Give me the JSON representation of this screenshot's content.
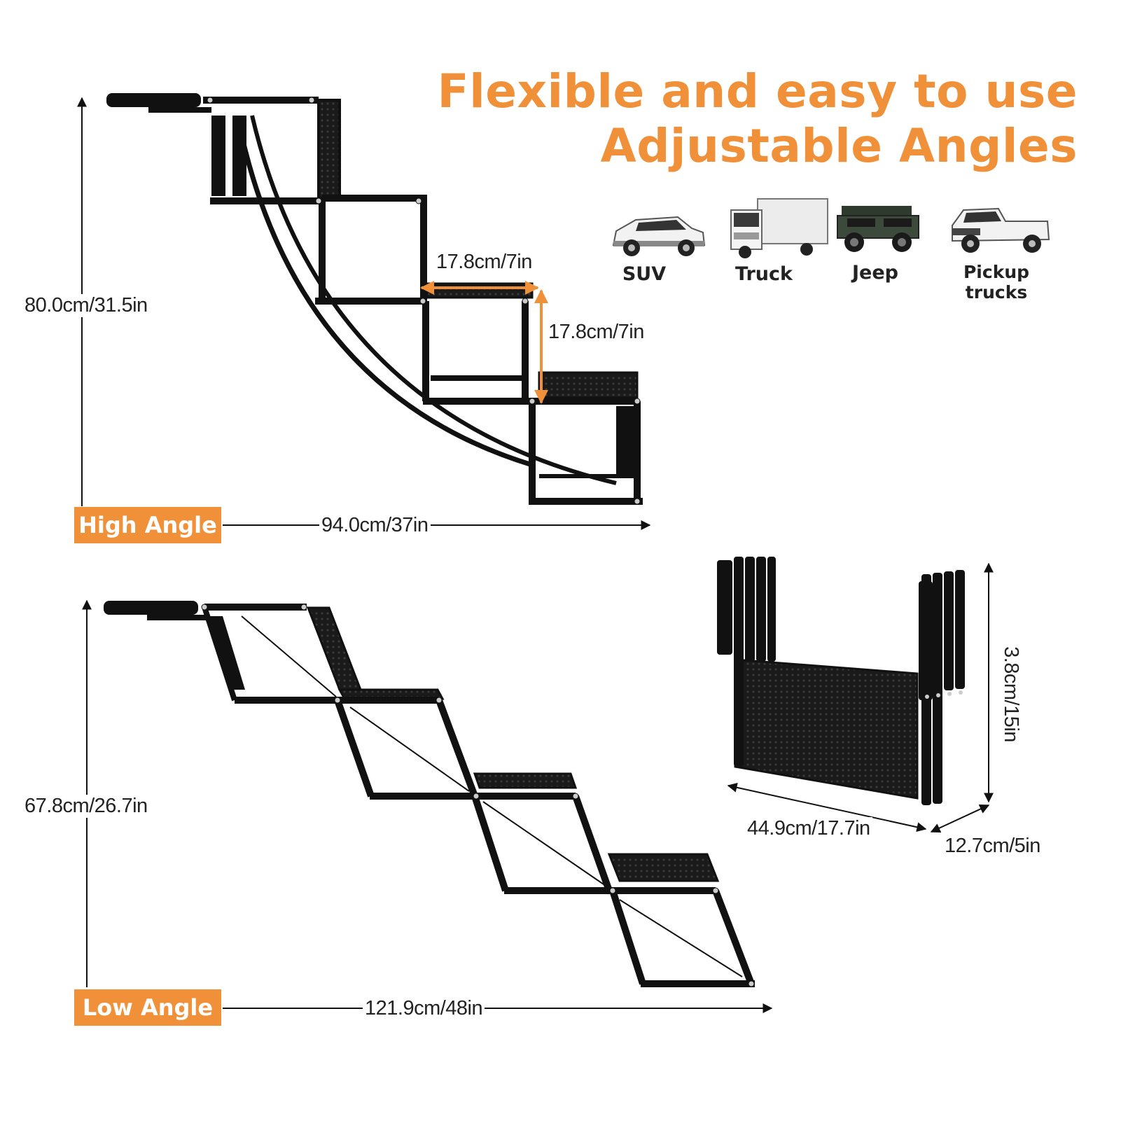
{
  "headline": {
    "line1": "Flexible and easy to use",
    "line2": "Adjustable Angles"
  },
  "vehicles": [
    {
      "label": "SUV",
      "icon": "suv-icon"
    },
    {
      "label": "Truck",
      "icon": "box-truck-icon"
    },
    {
      "label": "Jeep",
      "icon": "jeep-icon"
    },
    {
      "label": "Pickup trucks",
      "icon": "pickup-truck-icon"
    }
  ],
  "high_angle": {
    "badge": "High Angle",
    "height": "80.0cm/31.5in",
    "length": "94.0cm/37in",
    "step_depth": "17.8cm/7in",
    "step_rise": "17.8cm/7in"
  },
  "low_angle": {
    "badge": "Low Angle",
    "height": "67.8cm/26.7in",
    "length": "121.9cm/48in"
  },
  "folded": {
    "height": "3.8cm/15in",
    "width": "44.9cm/17.7in",
    "depth": "12.7cm/5in"
  },
  "colors": {
    "accent": "#f0913a",
    "frame": "#111111",
    "text": "#222222"
  }
}
